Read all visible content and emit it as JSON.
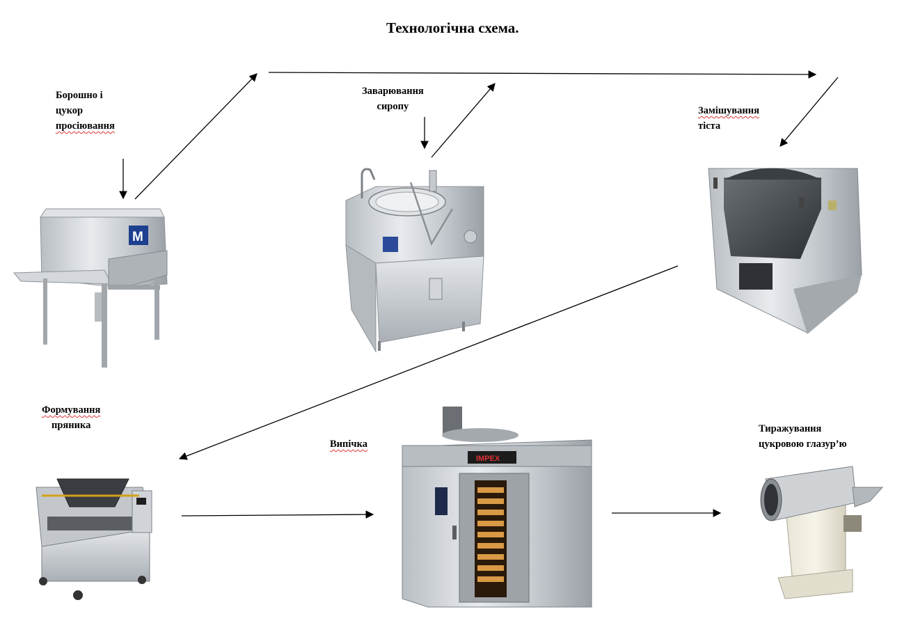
{
  "title": "Технологічна схема.",
  "steps": {
    "sifting": {
      "lines": [
        "Борошно і",
        "цукор",
        "просіювання"
      ]
    },
    "syrup": {
      "lines": [
        "Заварювання",
        "сиропу"
      ]
    },
    "kneading": {
      "lines": [
        "Замішування",
        "тіста"
      ]
    },
    "forming": {
      "lines": [
        "Формування",
        "пряника"
      ]
    },
    "baking": {
      "lines": [
        "Випічка"
      ]
    },
    "glazing": {
      "lines": [
        "Тиражування",
        "цукровою глазур’ю"
      ]
    }
  },
  "logos": {
    "sifter": "M",
    "oven": "IMPEX"
  }
}
